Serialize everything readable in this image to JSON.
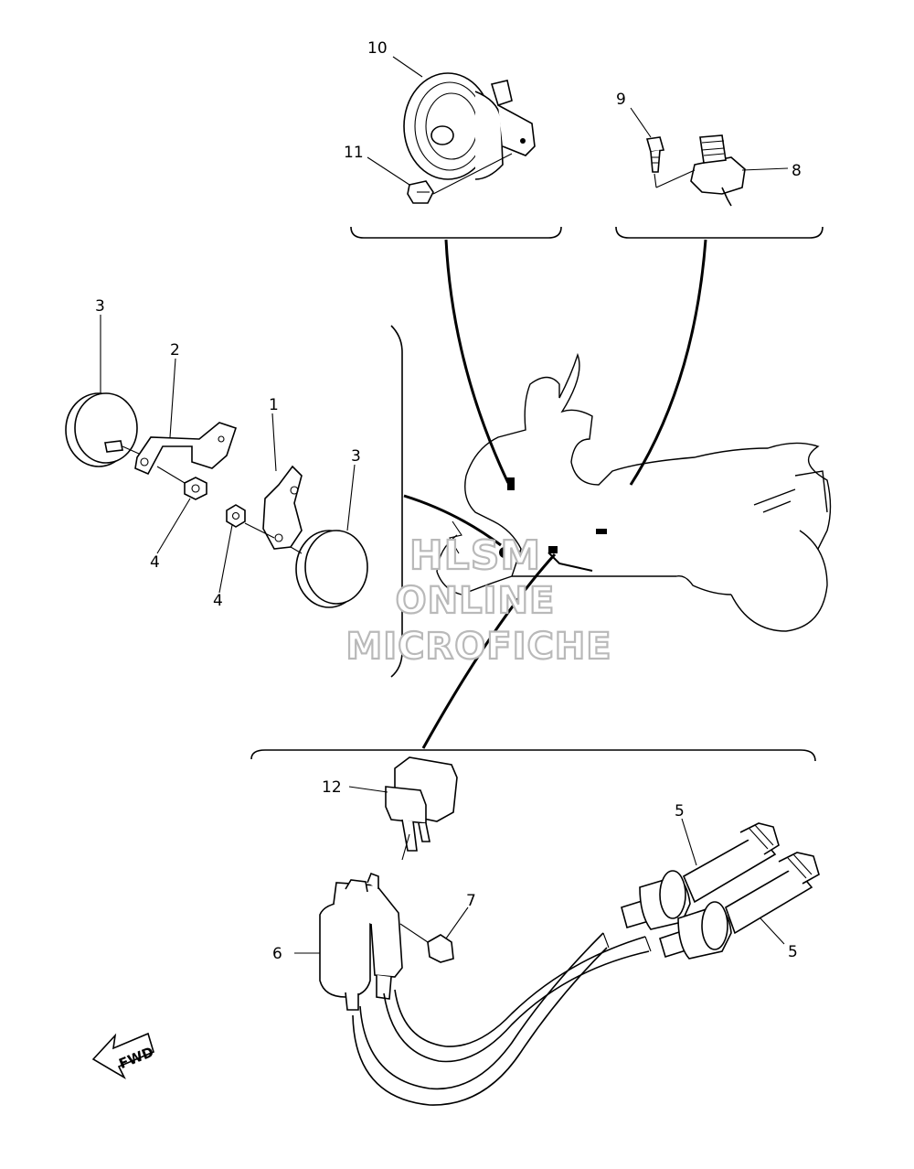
{
  "callouts": {
    "c1": "1",
    "c2": "2",
    "c3a": "3",
    "c3b": "3",
    "c4a": "4",
    "c4b": "4",
    "c5a": "5",
    "c5b": "5",
    "c6": "6",
    "c7": "7",
    "c8": "8",
    "c9": "9",
    "c10": "10",
    "c11": "11",
    "c12": "12"
  },
  "watermark": {
    "line1": "HLSM",
    "line2": "ONLINE",
    "line3": "MICROFICHE"
  },
  "fwd_label": "FWD"
}
